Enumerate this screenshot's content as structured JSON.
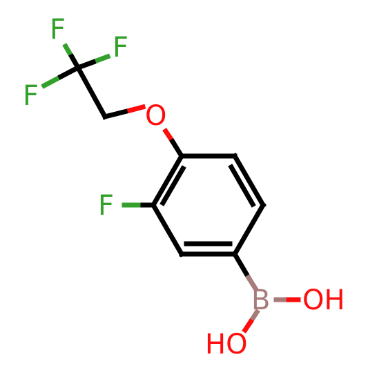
{
  "colors": {
    "bond": "#000000",
    "fluorine": "#33a02c",
    "oxygen": "#ff0d0d",
    "boron": "#a87b7b",
    "background": "#ffffff"
  },
  "atoms": {
    "f_top": "F",
    "f_right": "F",
    "f_left": "F",
    "o_ether": "O",
    "f_ring": "F",
    "boron": "B",
    "oh_right": "OH",
    "oh_bottom": "HO"
  }
}
